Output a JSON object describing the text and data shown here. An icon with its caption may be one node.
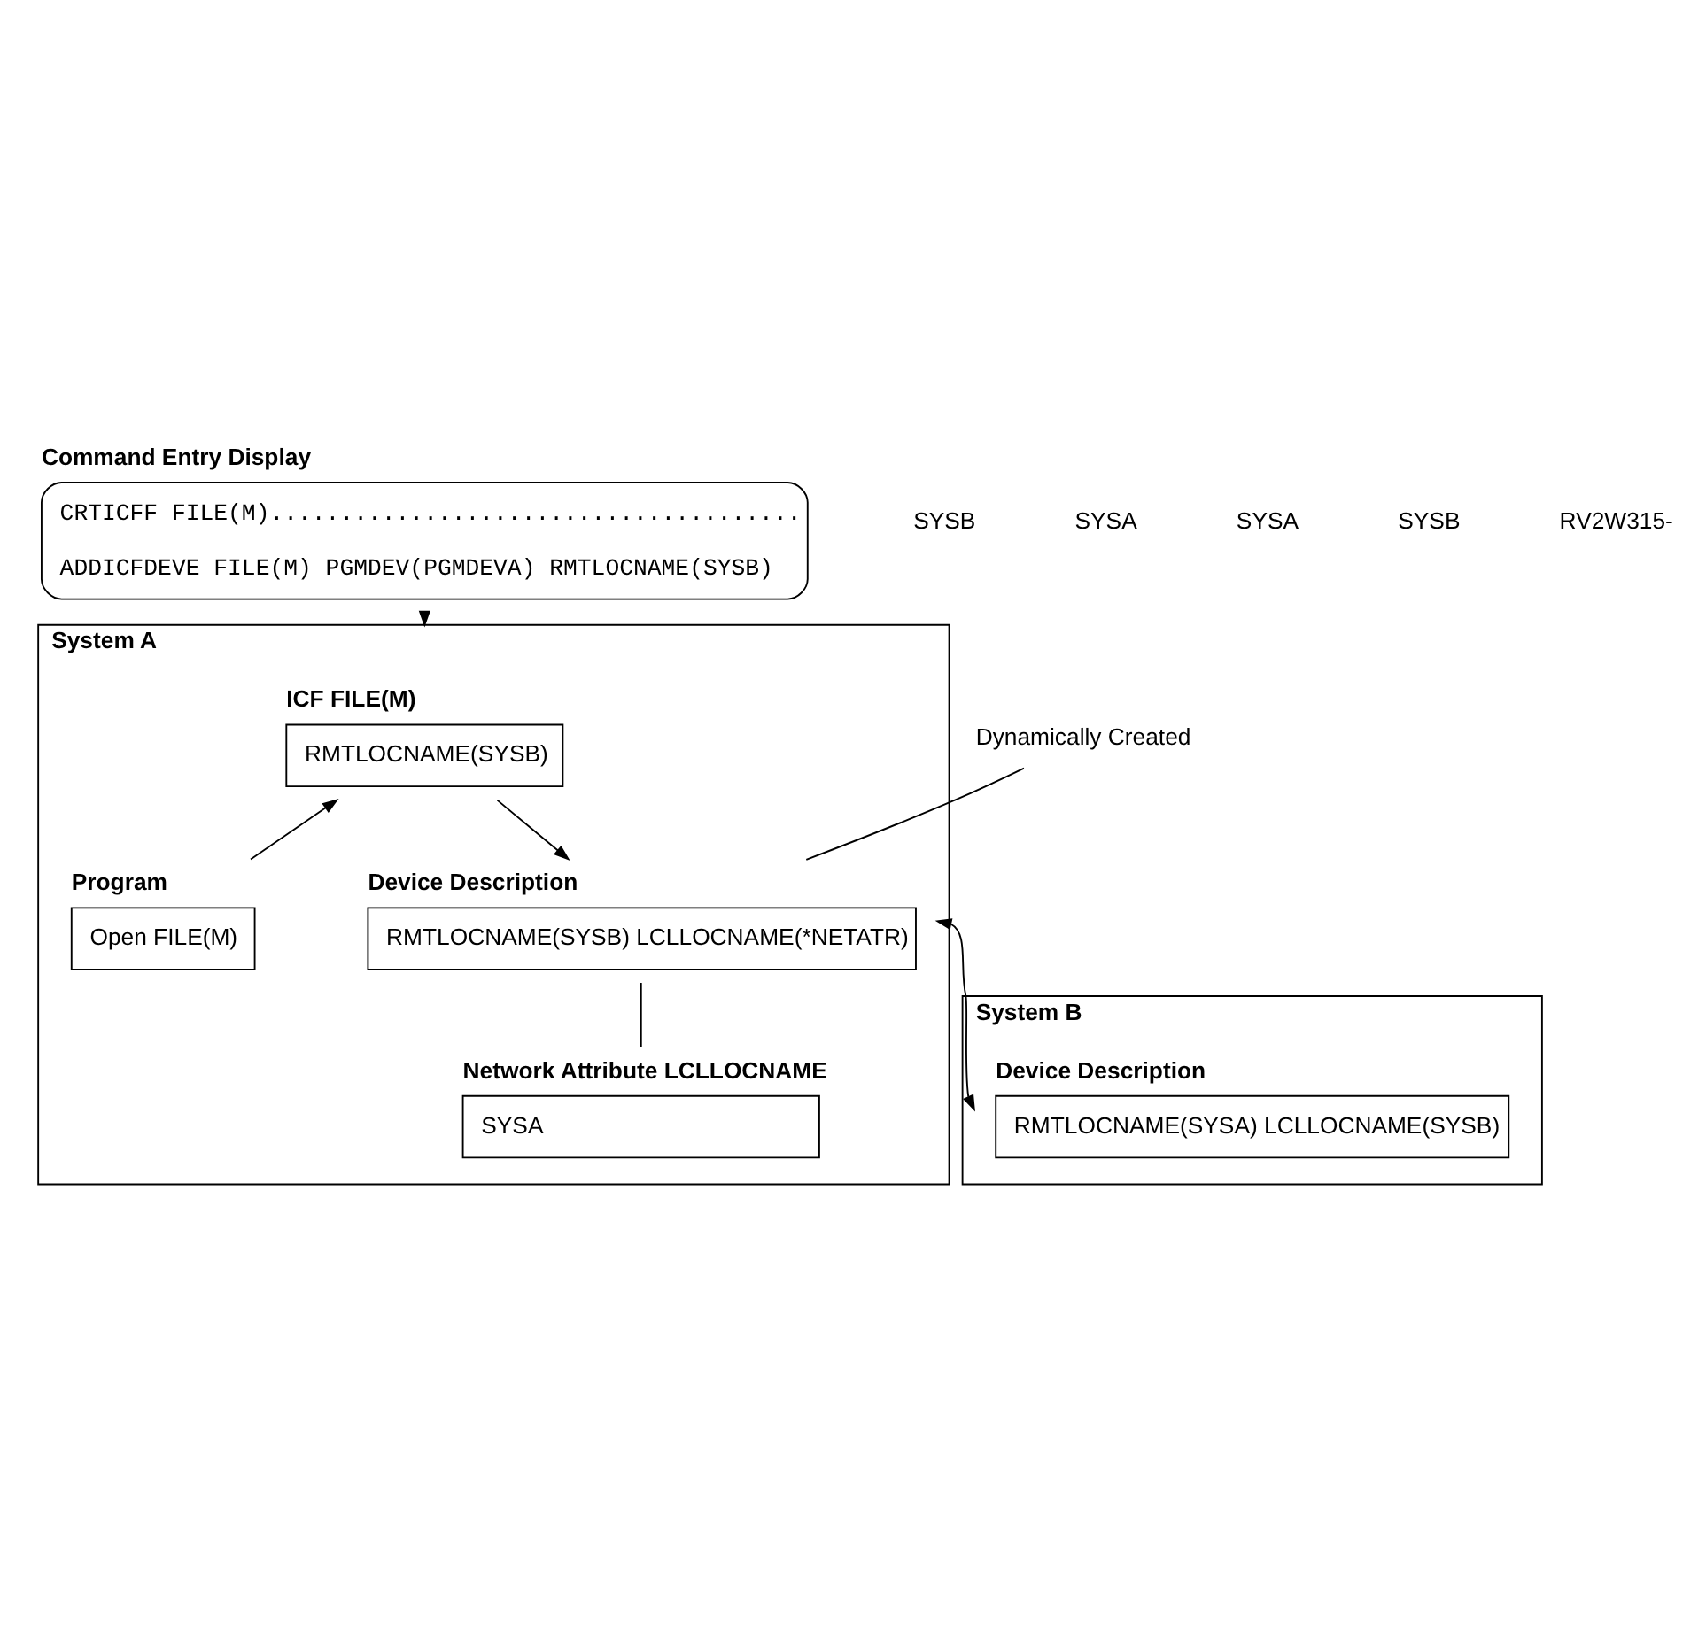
{
  "diagram": {
    "nodes": [
      {
        "text": [
          "Command Entry Display",
          "CRTICFF FILE(M)......................................",
          "ADDICFDEVE FILE(M) PGMDEV(PGMDEVA) RMTLOCNAME(SYSB)"
        ]
      },
      {
        "text": [
          "System A"
        ]
      },
      {
        "text": [
          "ICF FILE(M)",
          "RMTLOCNAME(SYSB)"
        ],
        "in": 1
      },
      {
        "text": [
          "Program",
          "Open FILE(M)"
        ],
        "in": 1
      },
      {
        "text": [
          "Device Description",
          "RMTLOCNAME(SYSB) LCLLOCNAME(*NETATR)"
        ],
        "in": 1
      },
      {
        "text": [
          "Network Attribute LCLLOCNAME",
          "SYSA"
        ],
        "in": 1
      },
      {
        "text": [
          "System B"
        ]
      },
      {
        "text": [
          "Device Description",
          "RMTLOCNAME(SYSA) LCLLOCNAME(SYSB)"
        ],
        "in": 6
      },
      {
        "text": [
          "Dynamically Created"
        ]
      }
    ],
    "edges": [
      {
        "from": 0,
        "to": 1,
        "arrow": "to"
      },
      {
        "from": 3,
        "to": 2,
        "arrow": "to"
      },
      {
        "from": 2,
        "to": 4,
        "arrow": "to"
      },
      {
        "from": 8,
        "to": 4,
        "arrow": "none"
      },
      {
        "from": 4,
        "to": 5,
        "arrow": "none"
      },
      {
        "from": 4,
        "to": 7,
        "arrow": "both"
      }
    ],
    "labels": [
      "SYSB",
      "SYSA",
      "SYSA",
      "SYSB",
      "RV2W315-"
    ]
  }
}
